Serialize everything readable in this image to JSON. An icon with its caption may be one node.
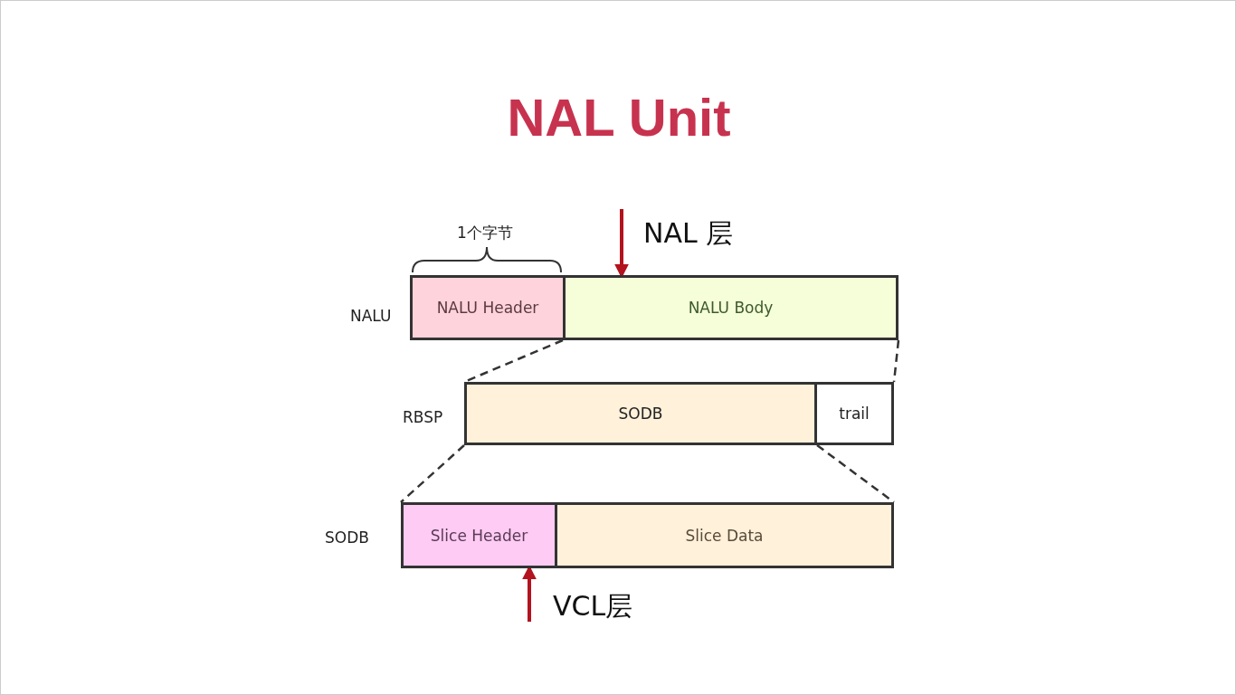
{
  "diagram": {
    "title": "NAL Unit",
    "nodes": [
      {
        "text": [
          "NALU Header"
        ]
      },
      {
        "text": [
          "NALU Body"
        ]
      },
      {
        "text": [
          "SODB"
        ]
      },
      {
        "text": [
          "trail"
        ]
      },
      {
        "text": [
          "Slice Header"
        ]
      },
      {
        "text": [
          "Slice Data"
        ]
      },
      {
        "text": [
          "NAL 层"
        ]
      },
      {
        "text": [
          "VCL层"
        ]
      }
    ],
    "edges": [
      {
        "from": 1,
        "to": 2,
        "arrow": "none",
        "style": "dashed"
      },
      {
        "from": 1,
        "to": 3,
        "arrow": "none",
        "style": "dashed"
      },
      {
        "from": 2,
        "to": 4,
        "arrow": "none",
        "style": "dashed"
      },
      {
        "from": 2,
        "to": 5,
        "arrow": "none",
        "style": "dashed"
      },
      {
        "from": 6,
        "to": 1,
        "arrow": "to",
        "color": "#b3131e"
      },
      {
        "from": 7,
        "to": 4,
        "arrow": "to",
        "color": "#b3131e"
      }
    ],
    "labels": [
      "1个字节",
      "NALU",
      "RBSP",
      "SODB"
    ]
  }
}
